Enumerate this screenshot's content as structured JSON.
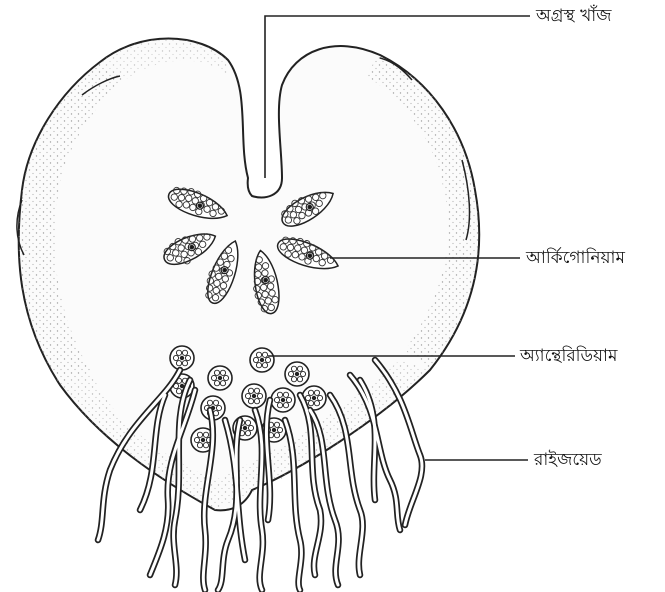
{
  "labels": {
    "apical_notch": "অগ্রস্থ খাঁজ",
    "archegonium": "আর্কিগোনিয়াম",
    "antheridium": "অ্যান্থেরিডিয়াম",
    "rhizoid": "রাইজয়েড"
  },
  "colors": {
    "ink": "#222222",
    "thallus_fill": "#f6f6f6",
    "stipple": "#9a9a9a"
  }
}
